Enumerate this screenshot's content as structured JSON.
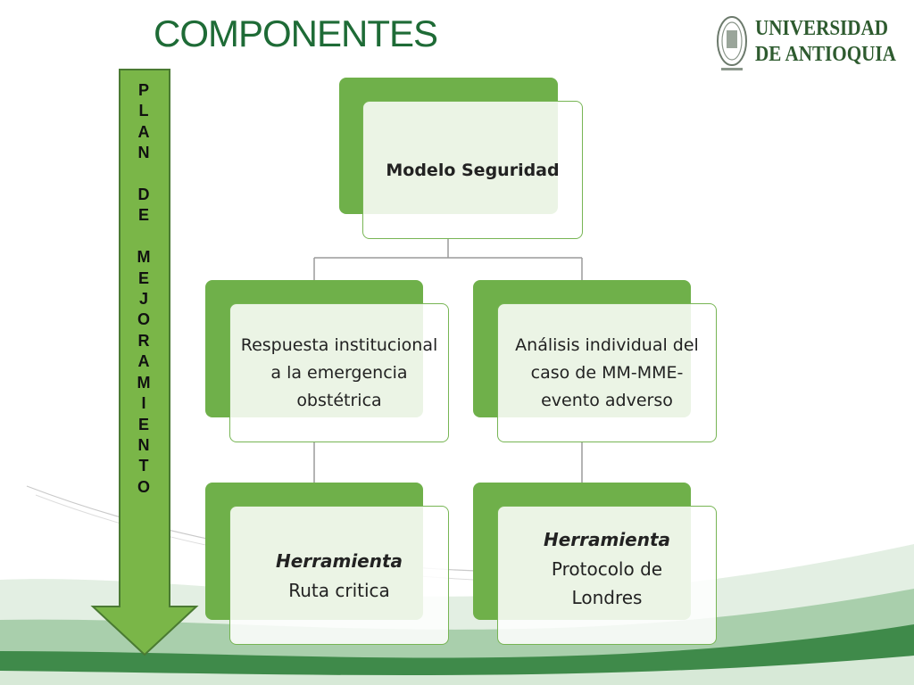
{
  "title": "COMPONENTES",
  "logo": {
    "line1": "UNIVERSIDAD",
    "line2": "DE ANTIOQUIA"
  },
  "arrow": {
    "label": "P\nL\nA\nN\n\nD\nE\n\nM\nE\nJ\nO\nR\nA\nM\nI\nE\nN\nT\nO"
  },
  "diagram": {
    "root": "Modelo Seguridad",
    "left": {
      "label": "Respuesta institucional a la emergencia obstétrica",
      "tool_title": "Herramienta",
      "tool_name": "Ruta critica"
    },
    "right": {
      "label": "Análisis individual del caso de MM-MME- evento adverso",
      "tool_title": "Herramienta",
      "tool_name": "Protocolo de Londres"
    }
  },
  "colors": {
    "green": "#6fb04a",
    "title": "#1e6b36",
    "arrow_fill": "#7ab648"
  }
}
